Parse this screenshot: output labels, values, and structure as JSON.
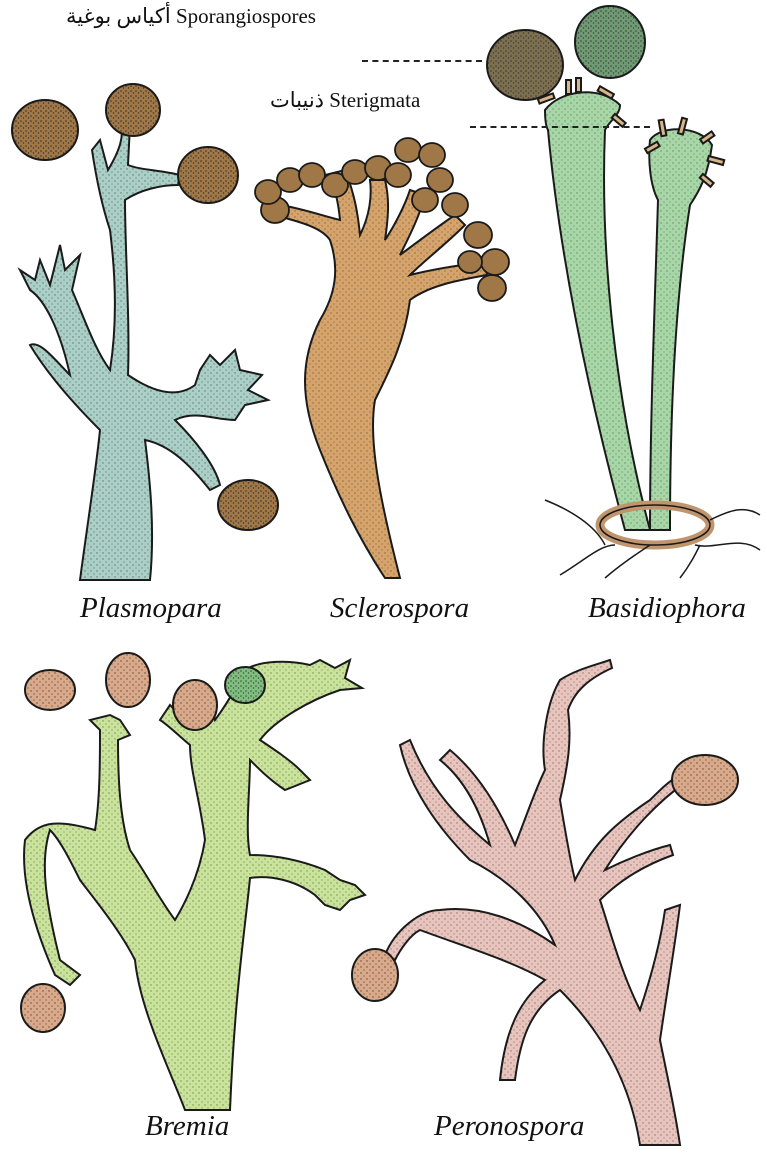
{
  "annotations": {
    "sporangiospores": "أكياس بوغية Sporangiospores",
    "sterigmata": "ذنيبات Sterigmata"
  },
  "genera": {
    "plasmopara": "Plasmopara",
    "sclerospora": "Sclerospora",
    "basidiophora": "Basidiophora",
    "bremia": "Bremia",
    "peronospora": "Peronospora"
  },
  "colors": {
    "outline": "#1a1a1a",
    "blue_green": "#a9cfc6",
    "orange_tan": "#d6a46a",
    "light_green": "#a7d7a6",
    "yellow_green": "#c9e49a",
    "pink": "#e8c4bd",
    "spore_brown": "#a07848",
    "spore_dark_green": "#6f9a73",
    "spore_tan": "#d9a98a"
  }
}
